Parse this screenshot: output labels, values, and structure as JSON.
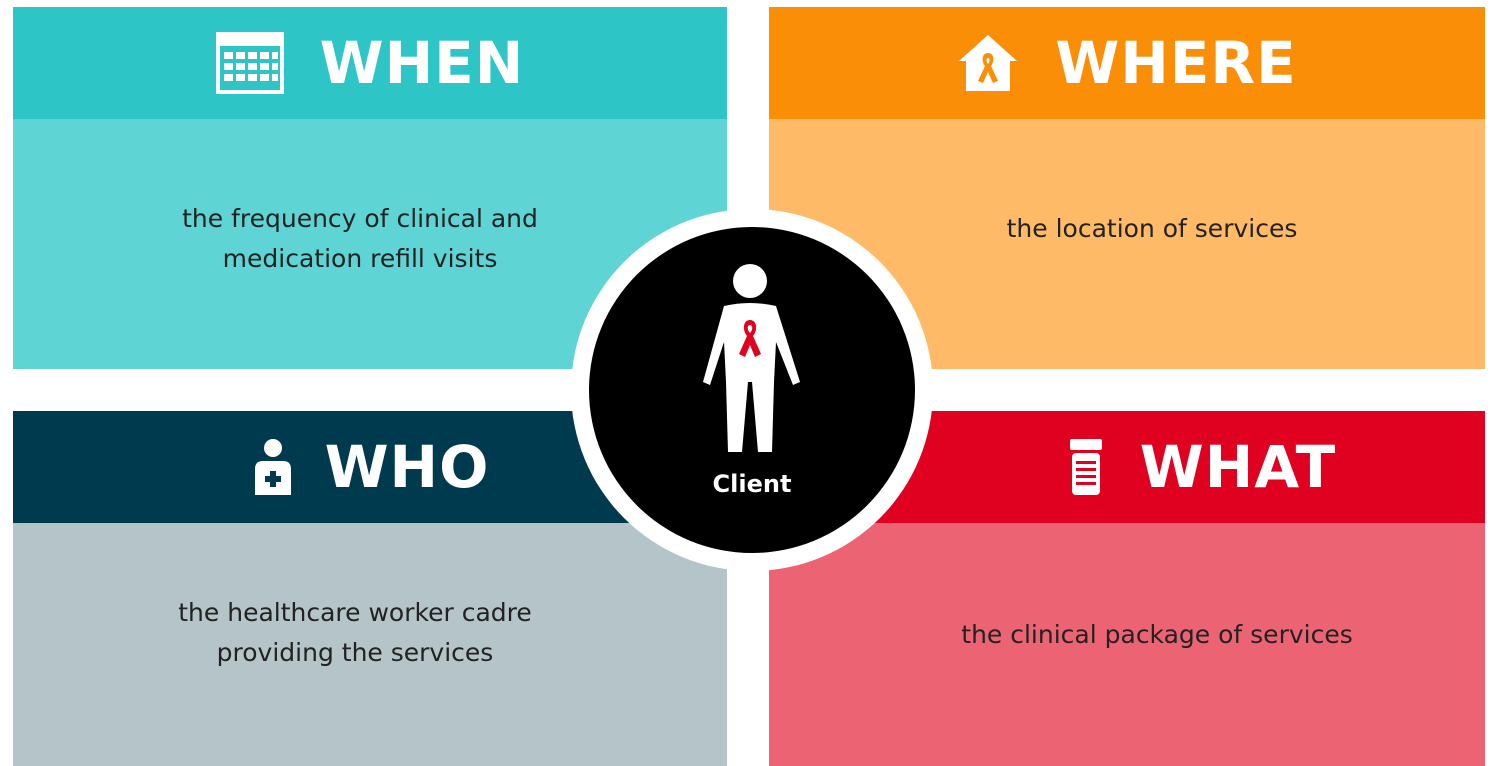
{
  "colors": {
    "when_header": "#2ec5c6",
    "when_body": "#5fd4d4",
    "where_header": "#fb8e07",
    "where_body": "#feba67",
    "who_header": "#003a4f",
    "who_body": "#b5c4c9",
    "what_header": "#e0001f",
    "what_body": "#ec6473",
    "client_circle": "#000000",
    "ribbon": "#e0001f"
  },
  "quadrants": {
    "when": {
      "title": "WHEN",
      "icon": "calendar-icon",
      "description_lines": [
        "the frequency of clinical and",
        "medication refill visits"
      ]
    },
    "where": {
      "title": "WHERE",
      "icon": "house-ribbon-icon",
      "description_lines": [
        "the location of services"
      ]
    },
    "who": {
      "title": "WHO",
      "icon": "health-worker-icon",
      "description_lines": [
        "the healthcare worker cadre",
        "providing the services"
      ]
    },
    "what": {
      "title": "WHAT",
      "icon": "medicine-bottle-icon",
      "description_lines": [
        "the clinical package of services"
      ]
    }
  },
  "center": {
    "label": "Client",
    "icon": "person-with-ribbon-icon"
  }
}
